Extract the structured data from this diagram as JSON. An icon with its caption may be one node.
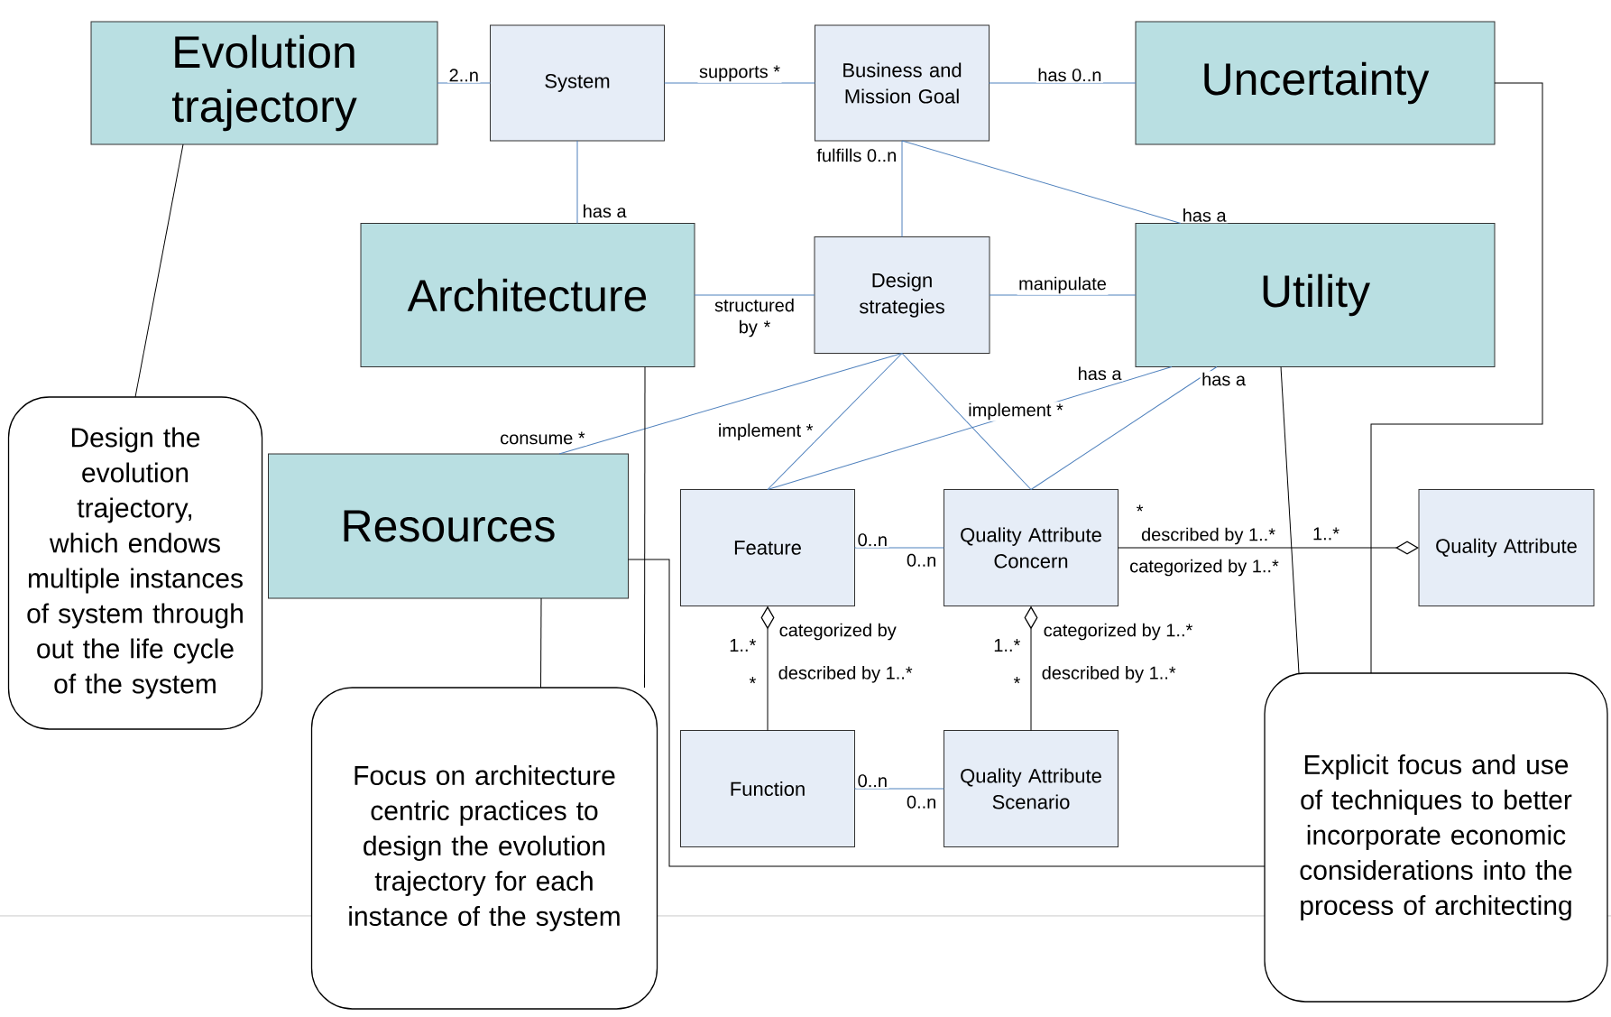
{
  "diagram": {
    "nodes": [
      {
        "text": [
          "Evolution trajectory"
        ]
      },
      {
        "text": [
          "System"
        ]
      },
      {
        "text": [
          "Business and Mission Goal"
        ]
      },
      {
        "text": [
          "Uncertainty"
        ]
      },
      {
        "text": [
          "Architecture"
        ]
      },
      {
        "text": [
          "Design strategies"
        ]
      },
      {
        "text": [
          "Utility"
        ]
      },
      {
        "text": [
          "Design the evolution trajectory, which endows multiple instances of system through out the life cycle of the system"
        ]
      },
      {
        "text": [
          "Resources"
        ]
      },
      {
        "text": [
          "Feature"
        ]
      },
      {
        "text": [
          "Quality Attribute Concern"
        ]
      },
      {
        "text": [
          "Quality Attribute"
        ]
      },
      {
        "text": [
          "Function"
        ]
      },
      {
        "text": [
          "Quality Attribute Scenario"
        ]
      },
      {
        "text": [
          "Focus on architecture centric practices to design the evolution trajectory for each instance of the system"
        ]
      },
      {
        "text": [
          "Explicit focus and use of techniques to better incorporate economic considerations into the process of architecting"
        ]
      }
    ],
    "edges": [
      {
        "from": 0,
        "to": 1,
        "arrow": "none",
        "label": "2..n"
      },
      {
        "from": 1,
        "to": 2,
        "arrow": "none",
        "label": "supports *"
      },
      {
        "from": 2,
        "to": 3,
        "arrow": "none",
        "label": "has 0..n"
      },
      {
        "from": 1,
        "to": 4,
        "arrow": "none",
        "label": "has a"
      },
      {
        "from": 2,
        "to": 5,
        "arrow": "none",
        "label": "fulfills 0..n"
      },
      {
        "from": 2,
        "to": 6,
        "arrow": "none",
        "label": "has a"
      },
      {
        "from": 4,
        "to": 5,
        "arrow": "none",
        "label": "structured by *"
      },
      {
        "from": 5,
        "to": 6,
        "arrow": "none",
        "label": "manipulate"
      },
      {
        "from": 5,
        "to": 8,
        "arrow": "none",
        "label": "consume *"
      },
      {
        "from": 5,
        "to": 9,
        "arrow": "none",
        "label": "implement *"
      },
      {
        "from": 5,
        "to": 10,
        "arrow": "none",
        "label": "implement *"
      },
      {
        "from": 6,
        "to": 9,
        "arrow": "none",
        "label": "has a"
      },
      {
        "from": 6,
        "to": 10,
        "arrow": "none",
        "label": "has a"
      },
      {
        "from": 9,
        "to": 10,
        "arrow": "none",
        "label": "0..n"
      },
      {
        "from": 12,
        "to": 13,
        "arrow": "none",
        "label": "0..n"
      },
      {
        "from": 9,
        "to": 12,
        "arrow": "other",
        "label": "described by 1..*",
        "color": "#000000"
      },
      {
        "from": 10,
        "to": 13,
        "arrow": "other",
        "label": "described by 1..*",
        "color": "#000000"
      },
      {
        "from": 10,
        "to": 11,
        "arrow": "other",
        "label": "described by 1..*",
        "color": "#000000"
      },
      {
        "from": 7,
        "to": 0,
        "arrow": "none",
        "color": "#000000"
      },
      {
        "from": 14,
        "to": 4,
        "arrow": "none",
        "color": "#000000"
      },
      {
        "from": 14,
        "to": 8,
        "arrow": "none",
        "color": "#000000"
      },
      {
        "from": 15,
        "to": 3,
        "arrow": "none",
        "color": "#000000"
      },
      {
        "from": 15,
        "to": 6,
        "arrow": "none",
        "color": "#000000"
      },
      {
        "from": 15,
        "to": 8,
        "arrow": "none",
        "color": "#000000"
      }
    ],
    "labels": [
      "*",
      "1..*",
      "0..n",
      "categorized by 1..*",
      "categorized by",
      "categorized by 1..*",
      "1..*",
      "1..*",
      "*",
      "*",
      "0..n"
    ]
  }
}
